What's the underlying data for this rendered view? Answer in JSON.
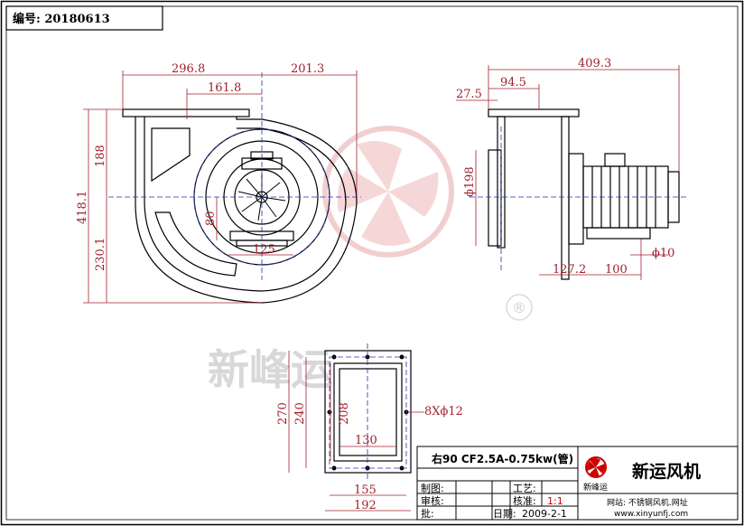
{
  "header": {
    "drawing_number": "编号: 20180613"
  },
  "watermark": {
    "text": "新峰运",
    "registered": "®"
  },
  "dimensions": {
    "width_left": "296.8",
    "width_right": "201.3",
    "inlet_offset": "161.8",
    "height_top": "188",
    "height_total": "418.1",
    "height_bottom": "230.1",
    "hub_height": "80",
    "base_width": "125",
    "side_total": "409.3",
    "side_depth": "94.5",
    "flange_thickness": "27.5",
    "inlet_diameter": "ϕ198",
    "mount_hole": "ϕ10",
    "motor_offset": "127.2",
    "motor_base": "100",
    "outlet_h270": "270",
    "outlet_h240": "240",
    "outlet_h208": "208",
    "outlet_w130": "130",
    "outlet_w155": "155",
    "outlet_w192": "192",
    "holes": "8Xϕ12"
  },
  "title_block": {
    "model": "右90 CF2.5A-0.75kw(管)",
    "company": "新运风机",
    "logo_text": "新峰运",
    "website": "网站: 不锈钢风机.网址",
    "url": "www.xinyunfj.com",
    "labels": {
      "drawn": "制图:",
      "reviewed": "审核:",
      "approved": "批:",
      "process": "工艺:",
      "check": "核准:",
      "date_label": "日期:"
    },
    "scale": "1:1",
    "date": "2009-2-1"
  },
  "colors": {
    "line": "#000000",
    "dim": "#a0202c",
    "center": "#2233aa",
    "watermark": "#f0c8c8"
  }
}
